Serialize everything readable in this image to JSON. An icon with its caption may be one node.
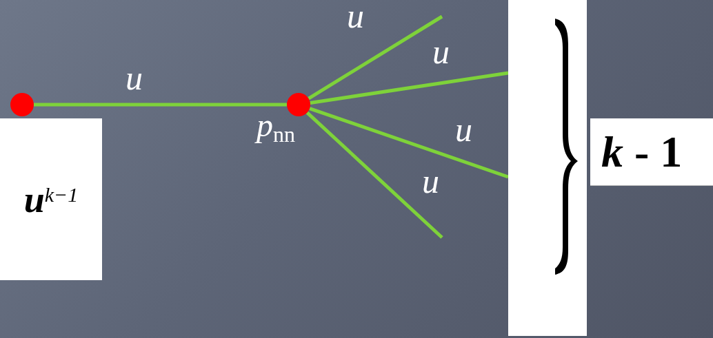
{
  "diagram": {
    "nodes": [
      {
        "text": [],
        "shape": "circle"
      },
      {
        "text": [],
        "shape": "circle",
        "beside": [
          "*p*$_{nn}$"
        ]
      },
      {
        "text": [
          "u$^{k−1}$"
        ]
      },
      {
        "text": [],
        "shape": "box"
      },
      {
        "text": [
          "*k* - 1"
        ]
      },
      {
        "text": [],
        "shape": "brace",
        "in": 3
      }
    ],
    "edges": [
      {
        "from": 0,
        "to": 1,
        "arrow": "none",
        "label": "u"
      },
      {
        "from": 1,
        "to": null,
        "arrow": "none",
        "label": "u"
      },
      {
        "from": 1,
        "to": 3,
        "arrow": "none",
        "label": "u"
      },
      {
        "from": 1,
        "to": 3,
        "arrow": "none",
        "label": "u"
      },
      {
        "from": 1,
        "to": null,
        "arrow": "none",
        "label": "u"
      }
    ]
  }
}
